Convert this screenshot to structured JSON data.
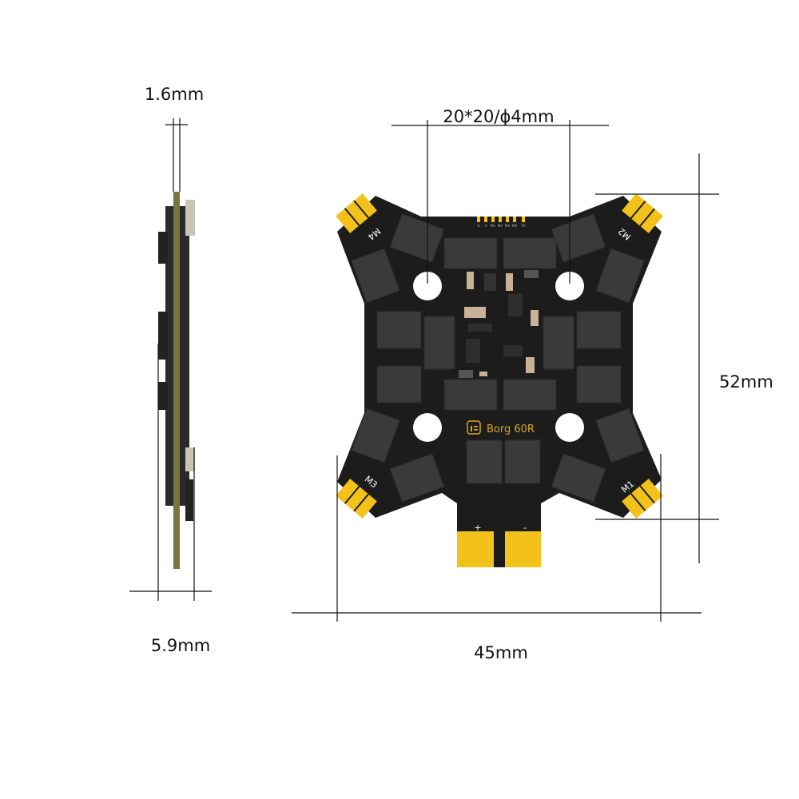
{
  "dimensions": {
    "thickness": "1.6mm",
    "mounting": "20*20/ϕ4mm",
    "height": "52mm",
    "side_height": "5.9mm",
    "width": "45mm"
  },
  "board": {
    "model": "Borg 60R",
    "motor_labels": [
      "M1",
      "M2",
      "M3",
      "M4"
    ],
    "power_plus": "+",
    "power_minus": "-",
    "pin_labels": [
      "G",
      "V",
      "M1",
      "M2",
      "M3",
      "M4",
      "TX"
    ]
  },
  "colors": {
    "pcb": "#1c1c1c",
    "pad": "#f2c21b",
    "component": "#3a3a3a",
    "side_pcb": "#7a7440",
    "logo": "#d9a91c"
  }
}
